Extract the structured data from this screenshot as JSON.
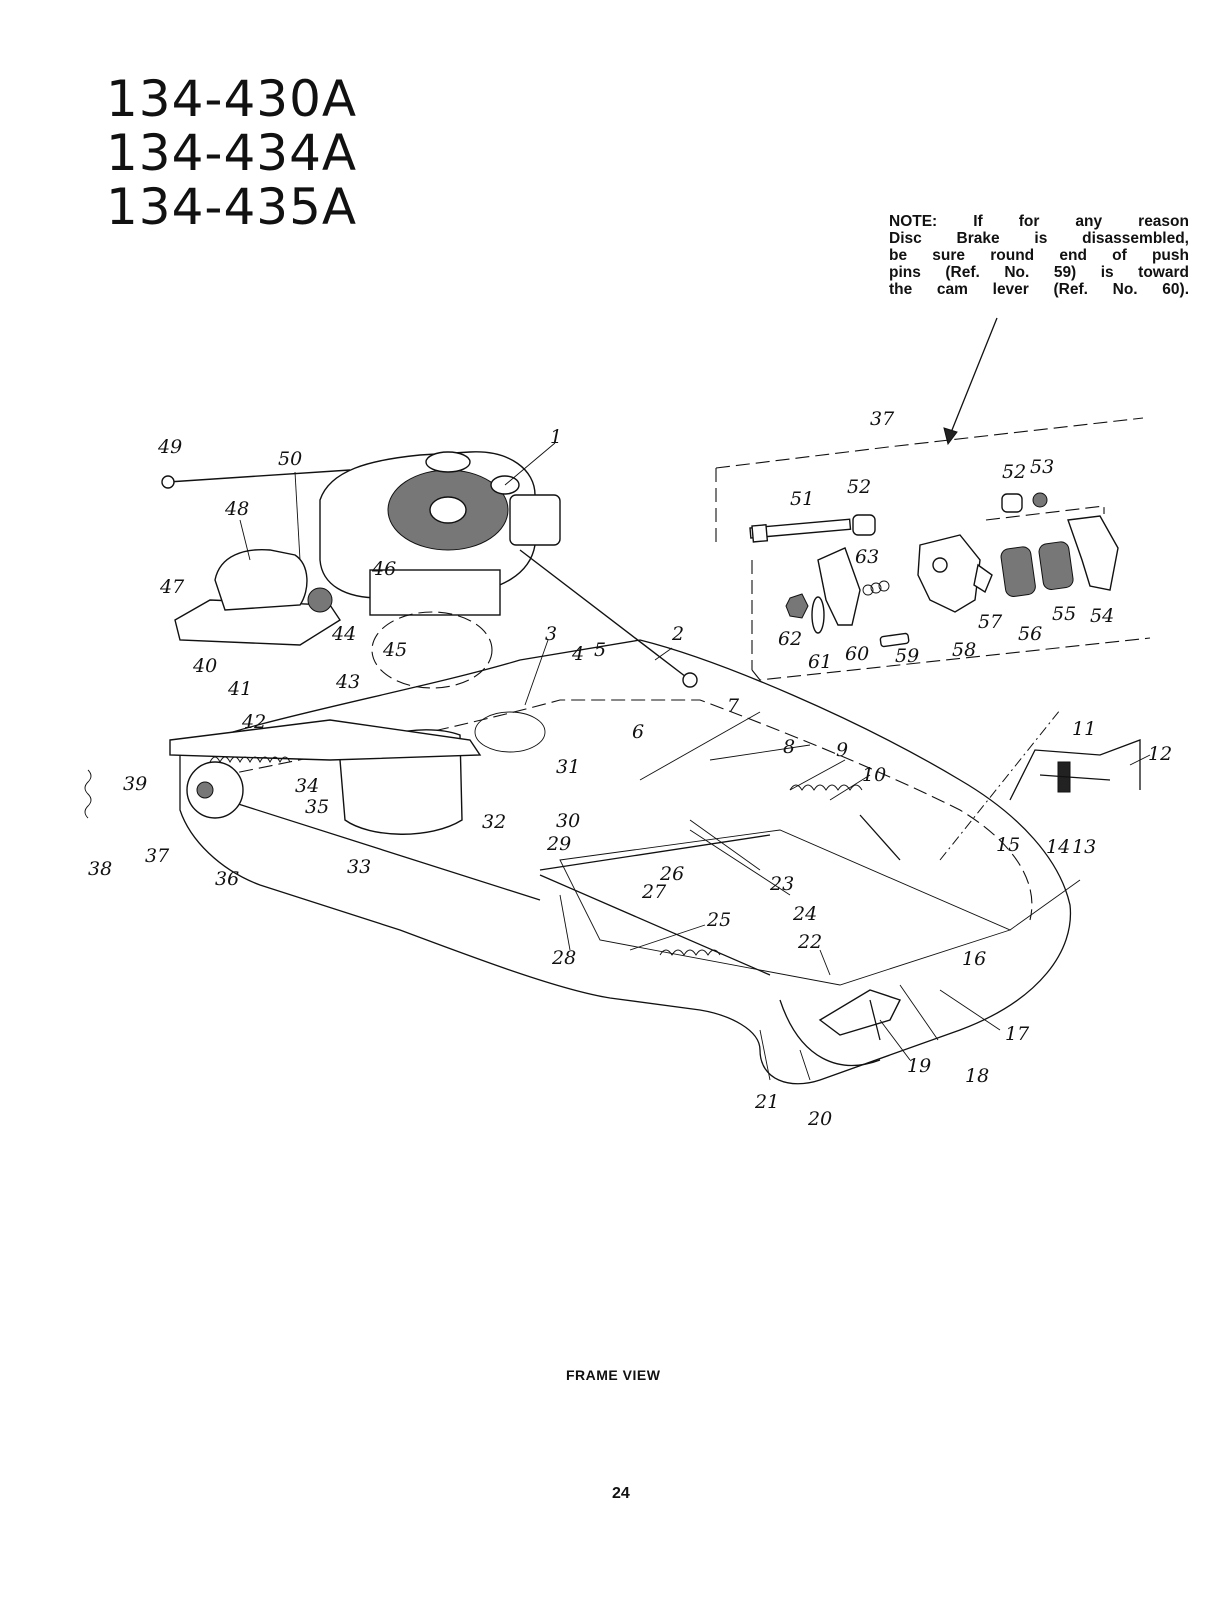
{
  "models": [
    "134-430A",
    "134-434A",
    "134-435A"
  ],
  "note": {
    "lines": [
      "NOTE: If for any reason",
      "Disc Brake is disassembled,",
      "be sure round end of push",
      "pins (Ref. No. 59) is toward",
      "the cam lever (Ref. No. 60)."
    ]
  },
  "caption": "FRAME VIEW",
  "page_number": "24",
  "callouts": {
    "c1": "1",
    "c2": "2",
    "c3": "3",
    "c4": "4",
    "c5": "5",
    "c6": "6",
    "c7": "7",
    "c8": "8",
    "c9": "9",
    "c10": "10",
    "c11": "11",
    "c12": "12",
    "c13": "13",
    "c14": "14",
    "c15": "15",
    "c16": "16",
    "c17": "17",
    "c18": "18",
    "c19": "19",
    "c20": "20",
    "c21": "21",
    "c22": "22",
    "c23": "23",
    "c24": "24",
    "c25": "25",
    "c26": "26",
    "c27": "27",
    "c28": "28",
    "c29": "29",
    "c30": "30",
    "c31": "31",
    "c32": "32",
    "c33": "33",
    "c34": "34",
    "c35": "35",
    "c36": "36",
    "c37": "37",
    "c37b": "37",
    "c38": "38",
    "c39": "39",
    "c40": "40",
    "c41": "41",
    "c42": "42",
    "c43": "43",
    "c44": "44",
    "c45": "45",
    "c46": "46",
    "c47": "47",
    "c48": "48",
    "c49": "49",
    "c50": "50",
    "c51": "51",
    "c52": "52",
    "c52b": "52",
    "c53": "53",
    "c54": "54",
    "c55": "55",
    "c56": "56",
    "c57": "57",
    "c58": "58",
    "c59": "59",
    "c60": "60",
    "c61": "61",
    "c62": "62",
    "c63": "63"
  }
}
